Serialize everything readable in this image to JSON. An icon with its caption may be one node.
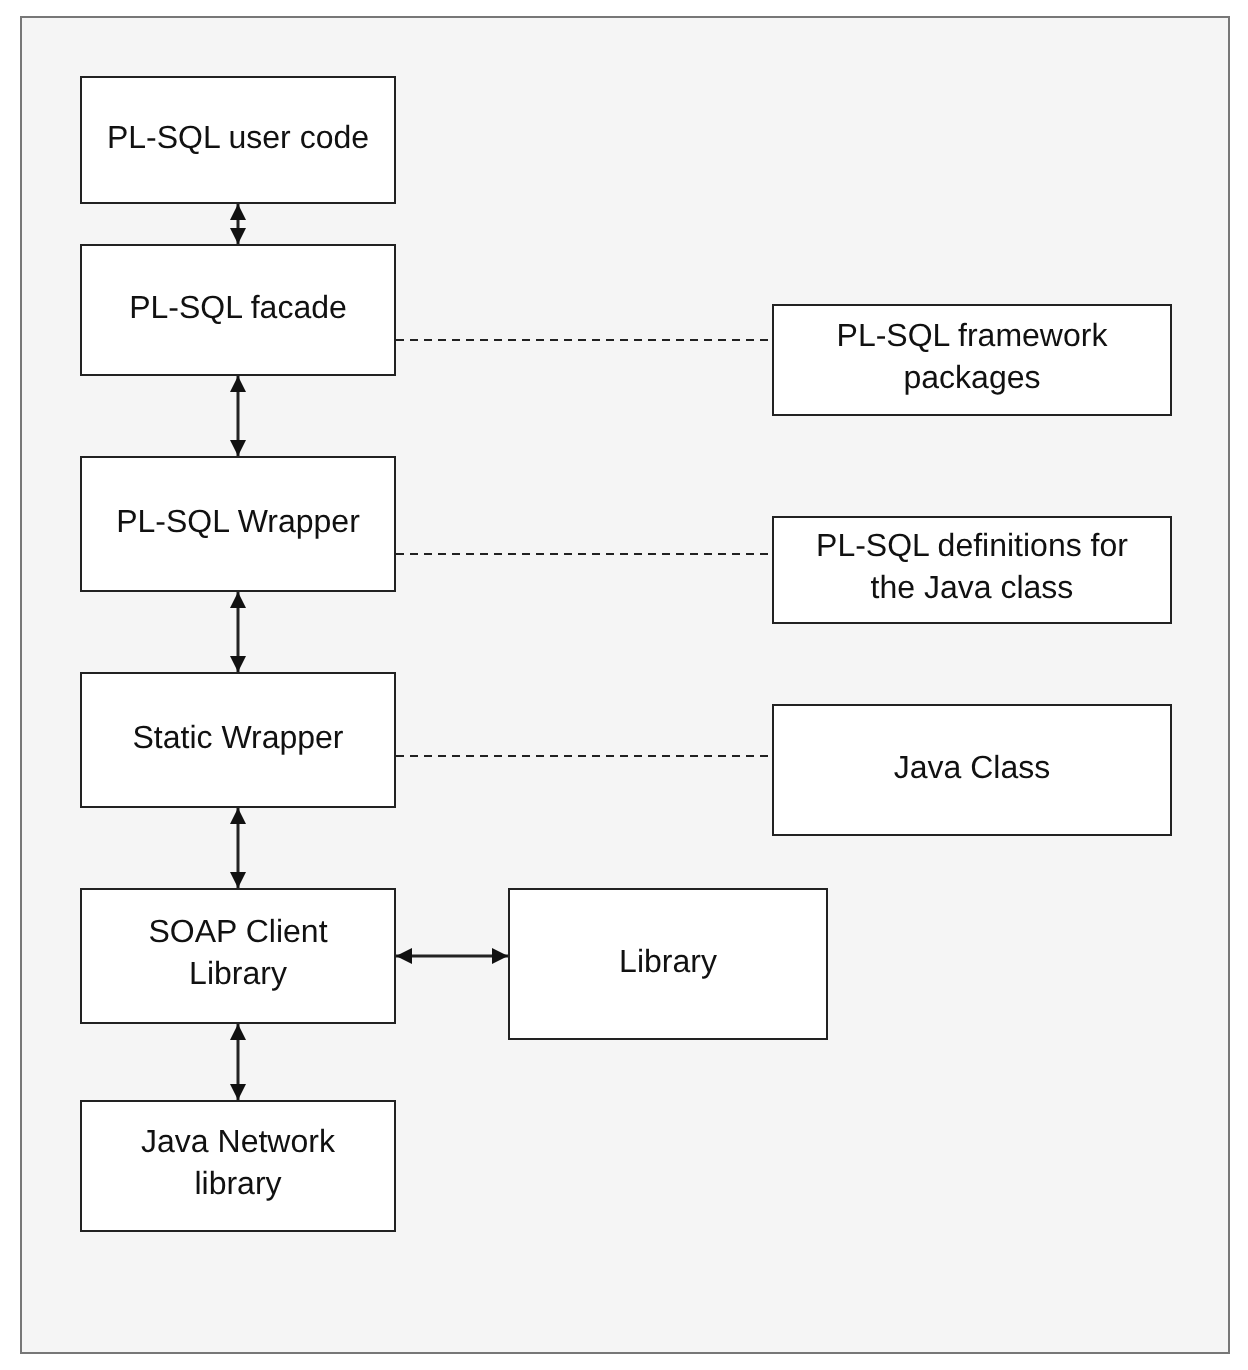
{
  "diagram": {
    "nodes": [
      {
        "text": [
          "PL-SQL user code"
        ]
      },
      {
        "text": [
          "PL-SQL facade"
        ]
      },
      {
        "text": [
          "PL-SQL framework packages"
        ]
      },
      {
        "text": [
          "PL-SQL Wrapper"
        ]
      },
      {
        "text": [
          "PL-SQL definitions for the Java class"
        ]
      },
      {
        "text": [
          "Static Wrapper"
        ]
      },
      {
        "text": [
          "Java Class"
        ]
      },
      {
        "text": [
          "SOAP Client Library"
        ]
      },
      {
        "text": [
          "Library"
        ]
      },
      {
        "text": [
          "Java Network library"
        ]
      }
    ],
    "edges": [
      {
        "from": 0,
        "to": 1,
        "arrow": "both"
      },
      {
        "from": 1,
        "to": 2,
        "arrow": "none",
        "style": "dashed"
      },
      {
        "from": 1,
        "to": 3,
        "arrow": "both"
      },
      {
        "from": 3,
        "to": 4,
        "arrow": "none",
        "style": "dashed"
      },
      {
        "from": 3,
        "to": 5,
        "arrow": "both"
      },
      {
        "from": 5,
        "to": 6,
        "arrow": "none",
        "style": "dashed"
      },
      {
        "from": 5,
        "to": 7,
        "arrow": "both"
      },
      {
        "from": 7,
        "to": 8,
        "arrow": "both"
      },
      {
        "from": 7,
        "to": 9,
        "arrow": "both"
      }
    ]
  }
}
